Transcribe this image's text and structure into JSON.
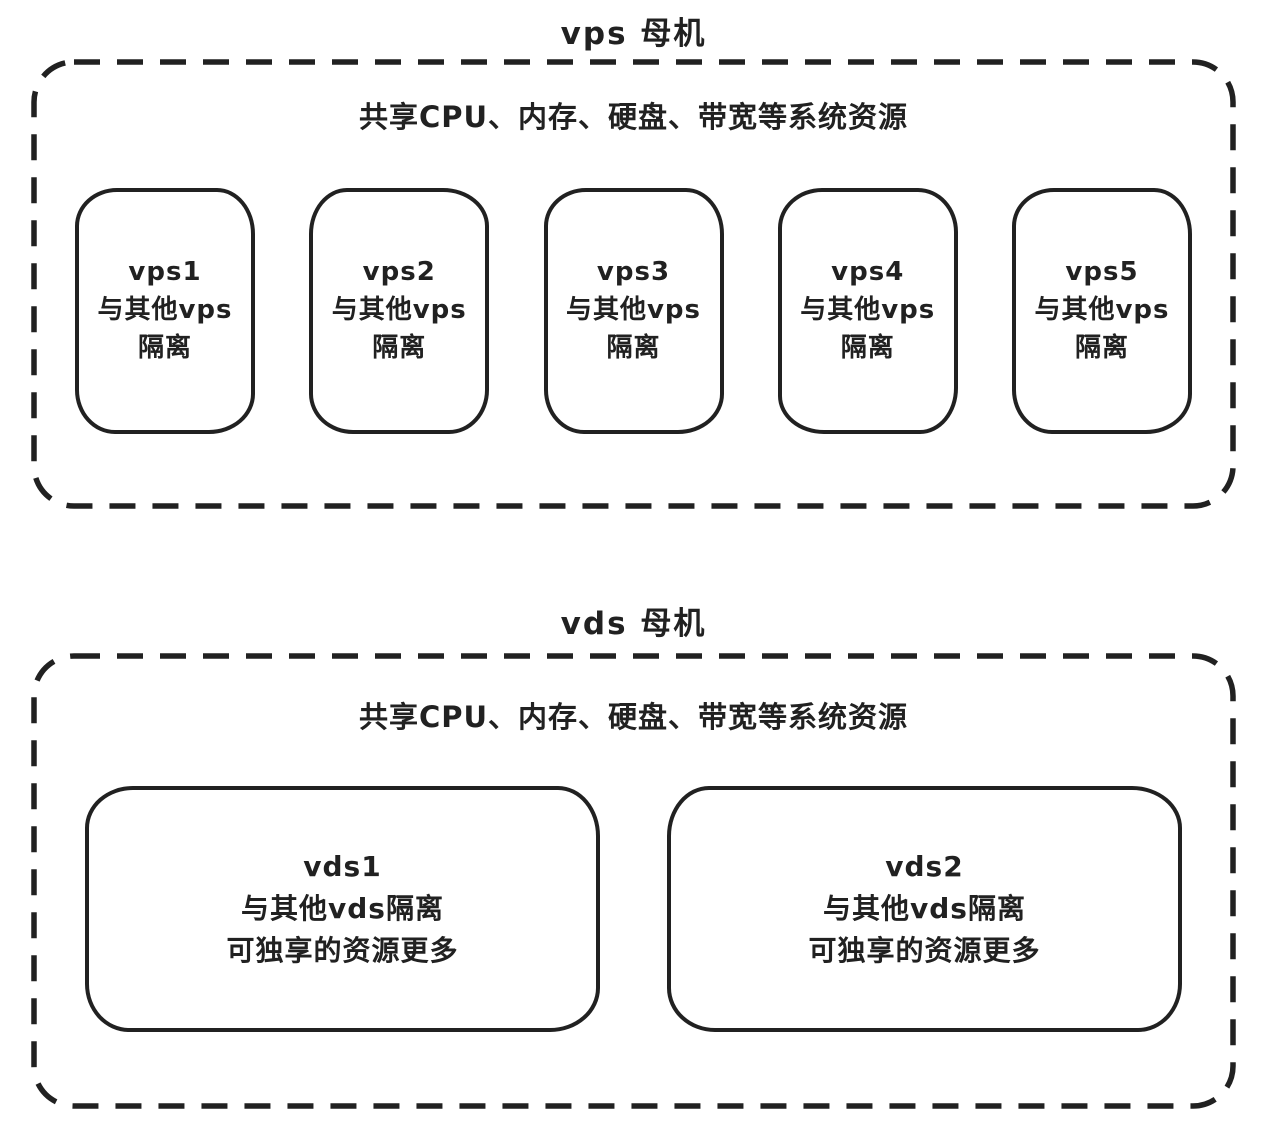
{
  "colors": {
    "stroke": "#212121",
    "background": "#ffffff"
  },
  "vps_host": {
    "title": "vps 母机",
    "subtitle": "共享CPU、内存、硬盘、带宽等系统资源",
    "nodes": [
      {
        "name": "vps1",
        "line2": "与其他vps",
        "line3": "隔离"
      },
      {
        "name": "vps2",
        "line2": "与其他vps",
        "line3": "隔离"
      },
      {
        "name": "vps3",
        "line2": "与其他vps",
        "line3": "隔离"
      },
      {
        "name": "vps4",
        "line2": "与其他vps",
        "line3": "隔离"
      },
      {
        "name": "vps5",
        "line2": "与其他vps",
        "line3": "隔离"
      }
    ]
  },
  "vds_host": {
    "title": "vds 母机",
    "subtitle": "共享CPU、内存、硬盘、带宽等系统资源",
    "nodes": [
      {
        "name": "vds1",
        "line2": "与其他vds隔离",
        "line3": "可独享的资源更多"
      },
      {
        "name": "vds2",
        "line2": "与其他vds隔离",
        "line3": "可独享的资源更多"
      }
    ]
  }
}
